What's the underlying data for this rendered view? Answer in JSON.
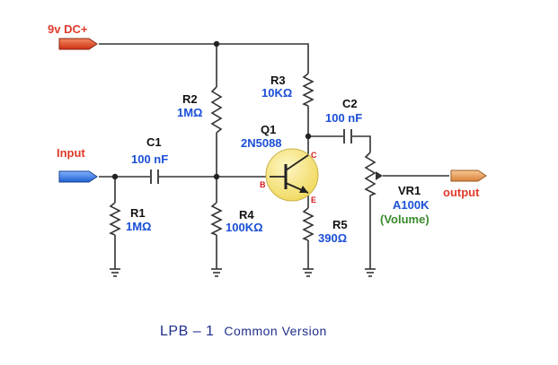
{
  "supply": {
    "label": "9v DC+"
  },
  "input": {
    "label": "Input"
  },
  "output": {
    "label": "output"
  },
  "components": {
    "r1": {
      "name": "R1",
      "value": "1MΩ"
    },
    "r2": {
      "name": "R2",
      "value": "1MΩ"
    },
    "r3": {
      "name": "R3",
      "value": "10KΩ"
    },
    "r4": {
      "name": "R4",
      "value": "100KΩ"
    },
    "r5": {
      "name": "R5",
      "value": "390Ω"
    },
    "c1": {
      "name": "C1",
      "value": "100 nF"
    },
    "c2": {
      "name": "C2",
      "value": "100 nF"
    },
    "q1": {
      "name": "Q1",
      "value": "2N5088",
      "pin_b": "B",
      "pin_c": "C",
      "pin_e": "E"
    },
    "vr1": {
      "name": "VR1",
      "value": "A100K",
      "note": "(Volume)"
    }
  },
  "caption": {
    "prefix": "LPB – 1",
    "suffix": "Common Version"
  },
  "colors": {
    "wire": "#333333",
    "transistor": "#f6e27a",
    "input_arrow": "#2f6fd9",
    "output_arrow": "#e8a05c",
    "supply_arrow": "#e2471f"
  }
}
